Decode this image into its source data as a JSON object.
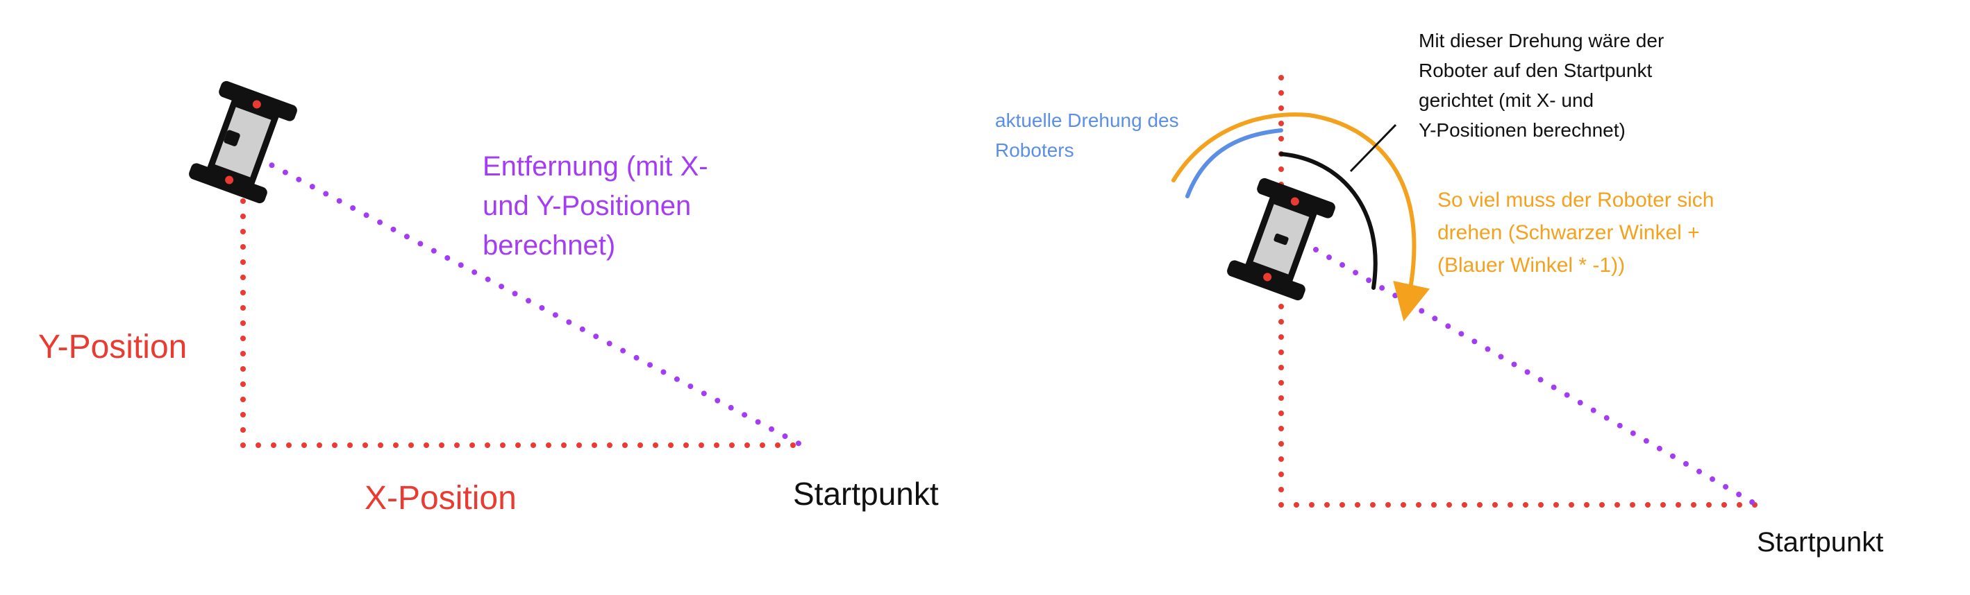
{
  "diagram_left": {
    "y_label": "Y-Position",
    "x_label": "X-Position",
    "distance_label_lines": [
      "Entfernung (mit X-",
      "und Y-Positionen",
      "berechnet)"
    ],
    "start_label": "Startpunkt"
  },
  "diagram_right": {
    "black_angle_label_lines": [
      "Mit dieser Drehung wäre der",
      "Roboter auf den Startpunkt",
      "gerichtet (mit X- und",
      "Y-Positionen berechnet)"
    ],
    "blue_angle_label_lines": [
      "aktuelle Drehung des",
      "Roboters"
    ],
    "orange_angle_label_lines": [
      "So viel muss der Roboter sich",
      "drehen (Schwarzer Winkel +",
      "(Blauer Winkel * -1))"
    ],
    "start_label": "Startpunkt"
  },
  "colors": {
    "position_lines": "#ea3b32",
    "distance_line": "#a33cf2",
    "current_rotation": "#5b8fe6",
    "required_rotation": "#f4a21e",
    "target_rotation": "#111111",
    "robot_body": "#111111",
    "robot_panel": "#cfcfcf"
  },
  "icons": {
    "robot": "robot-top-view-icon",
    "arrowhead": "arrowhead-icon"
  }
}
